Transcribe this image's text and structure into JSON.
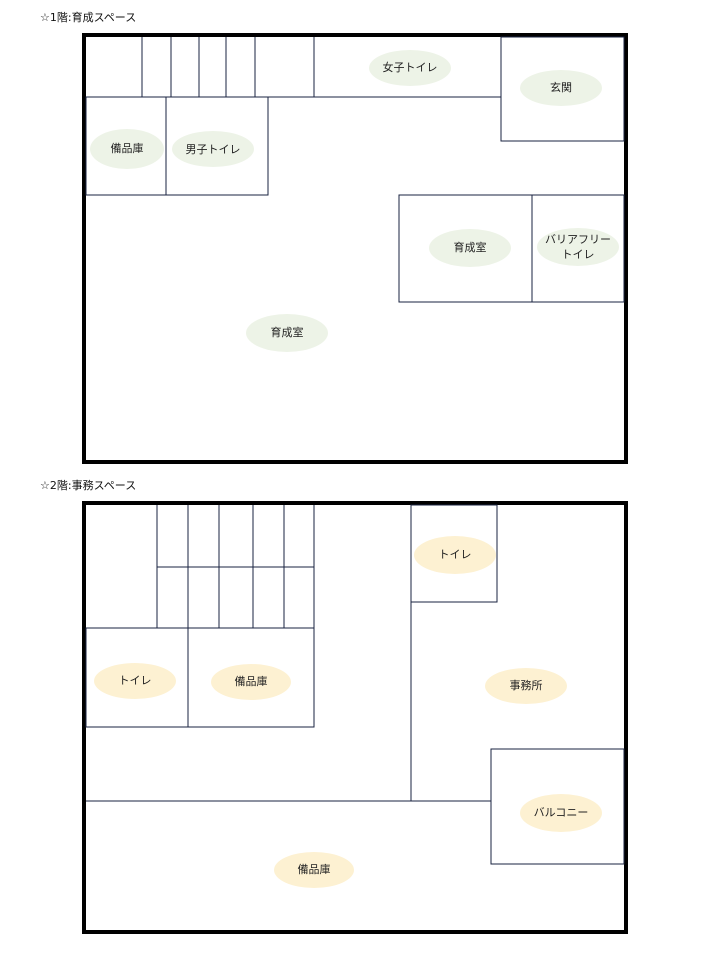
{
  "floor1": {
    "title": "☆1階:育成スペース",
    "rooms": {
      "girls_toilet": "女子トイレ",
      "entrance": "玄関",
      "storage": "備品庫",
      "boys_toilet": "男子トイレ",
      "nursery_small": "育成室",
      "barrier_free_line1": "バリアフリー",
      "barrier_free_line2": "トイレ",
      "nursery_main": "育成室"
    },
    "label_color": "#edf3e7"
  },
  "floor2": {
    "title": "☆2階:事務スペース",
    "rooms": {
      "toilet_upper": "トイレ",
      "toilet_left": "トイレ",
      "storage_small": "備品庫",
      "office": "事務所",
      "balcony": "バルコニー",
      "storage_large": "備品庫"
    },
    "label_color": "#fdf1d2"
  }
}
